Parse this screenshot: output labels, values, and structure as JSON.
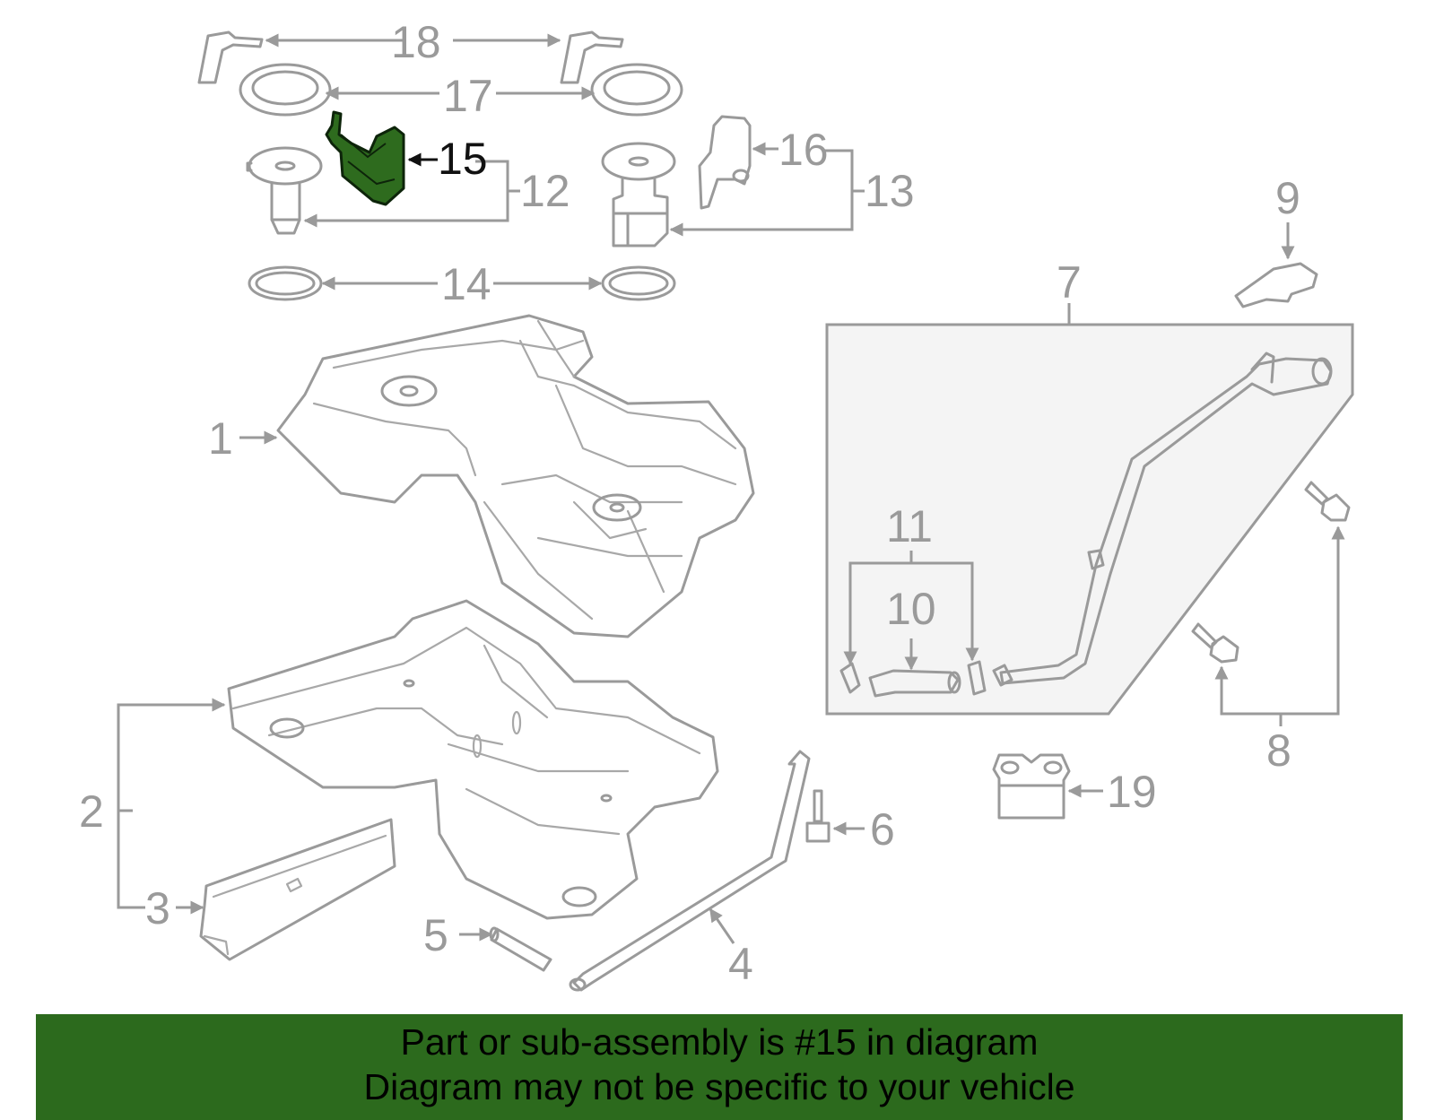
{
  "callouts": {
    "c1": "1",
    "c2": "2",
    "c3": "3",
    "c4": "4",
    "c5": "5",
    "c6": "6",
    "c7": "7",
    "c8": "8",
    "c9": "9",
    "c10": "10",
    "c11": "11",
    "c12": "12",
    "c13": "13",
    "c14": "14",
    "c15": "15",
    "c16": "16",
    "c17": "17",
    "c18": "18",
    "c19": "19"
  },
  "highlight": {
    "part": "15",
    "color": "#2e6b1e"
  },
  "banner": {
    "line1": "Part or sub-assembly is #15 in diagram",
    "line2": "Diagram may not be specific to your vehicle",
    "color": "#2c6a1d"
  }
}
